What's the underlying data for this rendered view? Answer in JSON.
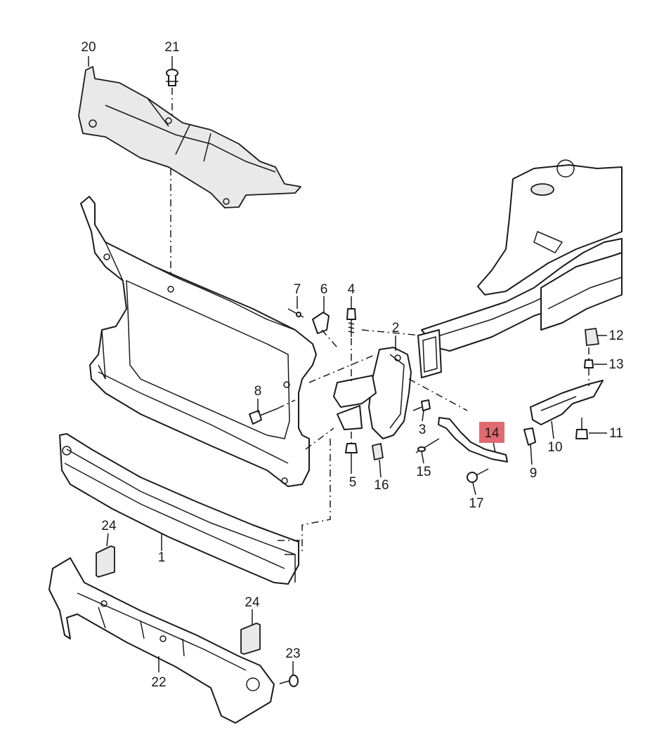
{
  "highlight_color": "#e06a70",
  "callouts": {
    "c1": "1",
    "c2": "2",
    "c3": "3",
    "c4": "4",
    "c5": "5",
    "c6": "6",
    "c7": "7",
    "c8": "8",
    "c9": "9",
    "c10": "10",
    "c11": "11",
    "c12": "12",
    "c13": "13",
    "c14": "14",
    "c15": "15",
    "c16": "16",
    "c17": "17",
    "c20": "20",
    "c21": "21",
    "c22": "22",
    "c23": "23",
    "c24a": "24",
    "c24b": "24"
  },
  "highlighted_part": "14"
}
